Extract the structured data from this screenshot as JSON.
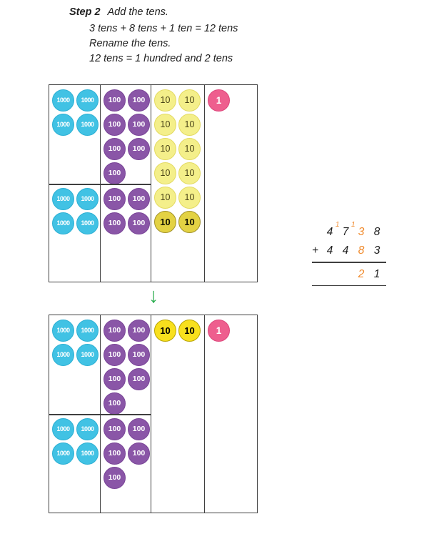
{
  "step": {
    "label": "Step 2",
    "lines": [
      "Add the tens.",
      "3 tens + 8 tens + 1 ten = 12 tens",
      "Rename the tens.",
      "12 tens = 1 hundred and 2 tens"
    ]
  },
  "disc_styles": {
    "thousand": {
      "label": "1000",
      "bg": "#41c2e4",
      "border": "#2cb0d4",
      "text": "#ffffff"
    },
    "hundred": {
      "label": "100",
      "bg": "#8a56a7",
      "border": "#7a4598",
      "text": "#ffffff"
    },
    "ten": {
      "label": "10",
      "bg": "#f4ef8a",
      "border": "#e3da62",
      "text": "#4a4418"
    },
    "ten-hl-dark": {
      "label": "10",
      "bg": "#e3d243",
      "border": "#a2922a",
      "text": "#141400"
    },
    "ten-hl-bright": {
      "label": "10",
      "bg": "#f8e01d",
      "border": "#b9a400",
      "text": "#000000"
    },
    "one": {
      "label": "1",
      "bg": "#ee5e8e",
      "border": "#dd477c",
      "text": "#ffffff"
    }
  },
  "charts": [
    {
      "columns": [
        {
          "place": "thousands",
          "divider": true,
          "group1": [
            [
              "thousand",
              "thousand"
            ],
            [
              "thousand",
              "thousand"
            ]
          ],
          "group2": [
            [
              "thousand",
              "thousand"
            ],
            [
              "thousand",
              "thousand"
            ]
          ]
        },
        {
          "place": "hundreds",
          "divider": true,
          "group1": [
            [
              "hundred",
              "hundred"
            ],
            [
              "hundred",
              "hundred"
            ],
            [
              "hundred",
              "hundred"
            ],
            [
              "hundred"
            ]
          ],
          "group2": [
            [
              "hundred",
              "hundred"
            ],
            [
              "hundred",
              "hundred"
            ]
          ]
        },
        {
          "place": "tens",
          "divider": false,
          "group1": [
            [
              "ten",
              "ten"
            ],
            [
              "ten",
              "ten"
            ],
            [
              "ten",
              "ten"
            ],
            [
              "ten",
              "ten"
            ],
            [
              "ten",
              "ten"
            ],
            [
              "ten-hl-dark",
              "ten-hl-dark"
            ]
          ],
          "group2": []
        },
        {
          "place": "ones",
          "divider": false,
          "group1": [
            [
              "one"
            ]
          ],
          "group2": []
        }
      ]
    },
    {
      "columns": [
        {
          "place": "thousands",
          "divider": true,
          "group1": [
            [
              "thousand",
              "thousand"
            ],
            [
              "thousand",
              "thousand"
            ]
          ],
          "group2": [
            [
              "thousand",
              "thousand"
            ],
            [
              "thousand",
              "thousand"
            ]
          ]
        },
        {
          "place": "hundreds",
          "divider": true,
          "group1": [
            [
              "hundred",
              "hundred"
            ],
            [
              "hundred",
              "hundred"
            ],
            [
              "hundred",
              "hundred"
            ],
            [
              "hundred"
            ]
          ],
          "group2": [
            [
              "hundred",
              "hundred"
            ],
            [
              "hundred",
              "hundred"
            ],
            [
              "hundred"
            ]
          ]
        },
        {
          "place": "tens",
          "divider": false,
          "group1": [
            [
              "ten-hl-bright",
              "ten-hl-bright"
            ]
          ],
          "group2": []
        },
        {
          "place": "ones",
          "divider": false,
          "group1": [
            [
              "one"
            ]
          ],
          "group2": []
        }
      ]
    }
  ],
  "arrow": {
    "glyph": "↓",
    "color": "#29ad4d"
  },
  "addition": {
    "accent_color": "#f08a2c",
    "rows": [
      {
        "cells": [
          {
            "text": ""
          },
          {
            "text": "4"
          },
          {
            "text": "7",
            "carry": "1"
          },
          {
            "text": "3",
            "carry": "1",
            "accent": true
          },
          {
            "text": "8"
          }
        ]
      },
      {
        "cells": [
          {
            "text": "+"
          },
          {
            "text": "4"
          },
          {
            "text": "4"
          },
          {
            "text": "8",
            "accent": true
          },
          {
            "text": "3"
          }
        ]
      },
      {
        "rule": true
      },
      {
        "cells": [
          {
            "text": ""
          },
          {
            "text": ""
          },
          {
            "text": ""
          },
          {
            "text": "2",
            "accent": true
          },
          {
            "text": "1"
          }
        ]
      },
      {
        "rule": true
      }
    ]
  }
}
